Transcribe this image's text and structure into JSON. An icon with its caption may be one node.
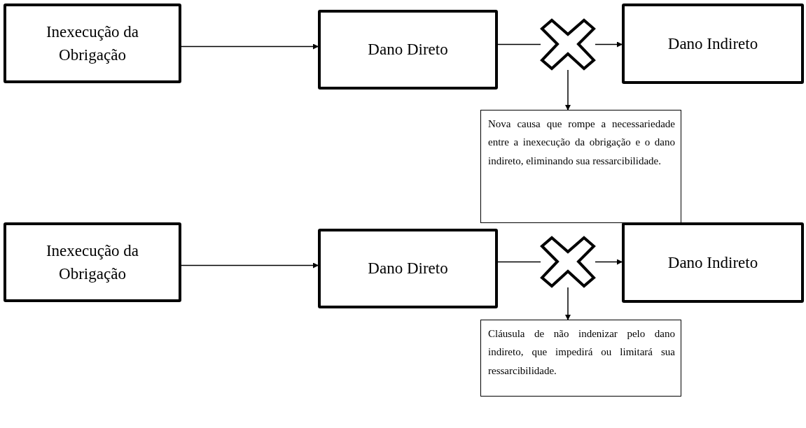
{
  "diagram": {
    "nodes": [
      {
        "text": [
          "Inexecução da Obrigação"
        ]
      },
      {
        "text": [
          "Dano Direto"
        ]
      },
      {
        "text": [],
        "shape": "cross"
      },
      {
        "text": [
          "Dano Indireto"
        ]
      },
      {
        "text": [
          "Nova causa que rompe a necessariedade entre a inexecução da obrigação e o dano indireto, eliminando sua ressarcibilidade."
        ]
      },
      {
        "text": [
          "Inexecução da Obrigação"
        ]
      },
      {
        "text": [
          "Dano Direto"
        ]
      },
      {
        "text": [],
        "shape": "cross"
      },
      {
        "text": [
          "Dano Indireto"
        ]
      },
      {
        "text": [
          "Cláusula de não indenizar pelo dano indireto, que impedirá ou limitará sua ressarcibilidade."
        ]
      }
    ],
    "edges": [
      {
        "from": 0,
        "to": 1,
        "arrow": "to"
      },
      {
        "from": 1,
        "to": 2,
        "arrow": "none"
      },
      {
        "from": 2,
        "to": 3,
        "arrow": "to"
      },
      {
        "from": 2,
        "to": 4,
        "arrow": "to"
      },
      {
        "from": 5,
        "to": 6,
        "arrow": "to"
      },
      {
        "from": 6,
        "to": 7,
        "arrow": "none"
      },
      {
        "from": 7,
        "to": 8,
        "arrow": "to"
      },
      {
        "from": 7,
        "to": 9,
        "arrow": "to"
      }
    ]
  }
}
